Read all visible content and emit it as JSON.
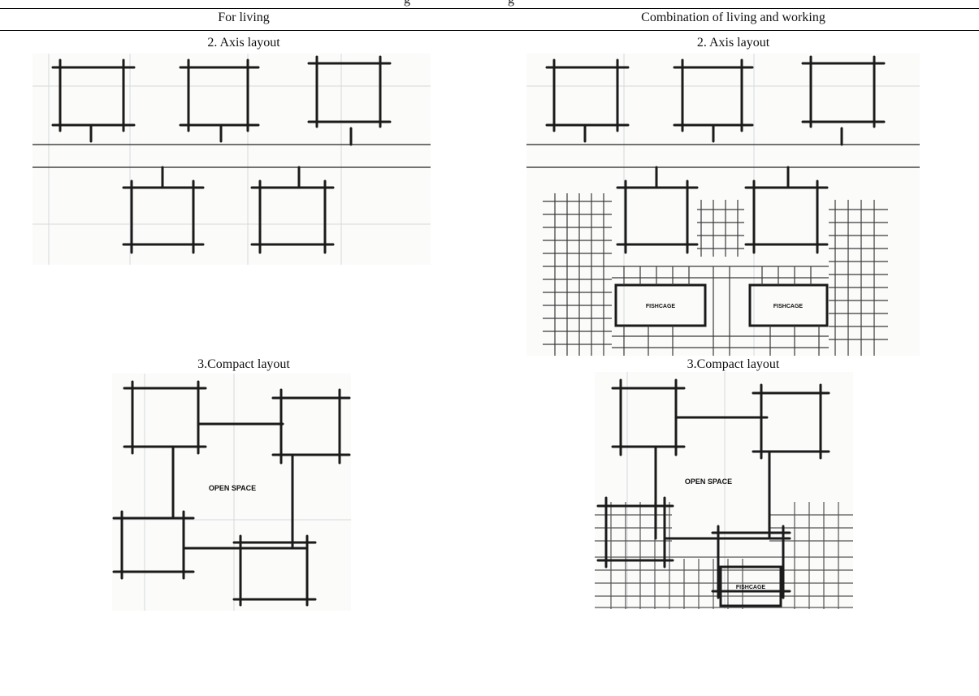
{
  "table": {
    "caption_partial": "g",
    "caption_partial_2": "g",
    "columns": [
      "For living",
      "Combination of living and working"
    ]
  },
  "rows": [
    {
      "left_title": "2. Axis layout",
      "right_title": "2. Axis layout"
    },
    {
      "left_title": "3.Compact layout",
      "right_title": "3.Compact layout"
    }
  ],
  "sketch_labels": {
    "fishcage": "FISHCAGE",
    "fishcage_small": "FISHCAGE",
    "open_space": "OPEN SPACE"
  }
}
